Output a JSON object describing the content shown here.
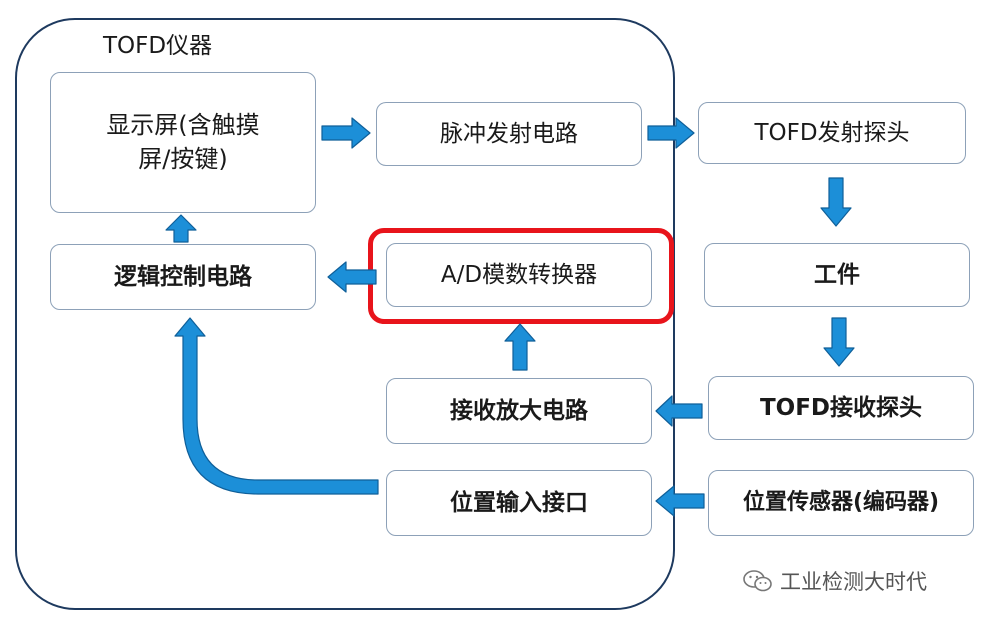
{
  "container_title": "TOFD仪器",
  "boxes": {
    "display": "显示屏(含触摸屏/按键)",
    "pulse": "脉冲发射电路",
    "tx_probe": "TOFD发射探头",
    "logic": "逻辑控制电路",
    "adc": "A/D模数转换器",
    "workpiece": "工件",
    "amp": "接收放大电路",
    "rx_probe": "TOFD接收探头",
    "pos_input": "位置输入接口",
    "pos_sensor": "位置传感器(编码器)"
  },
  "watermark": "工业检测大时代",
  "colors": {
    "arrow_fill": "#1c8fd8",
    "arrow_stroke": "#0f5f99",
    "highlight": "#e8141b",
    "container_border": "#1e3a5f"
  }
}
